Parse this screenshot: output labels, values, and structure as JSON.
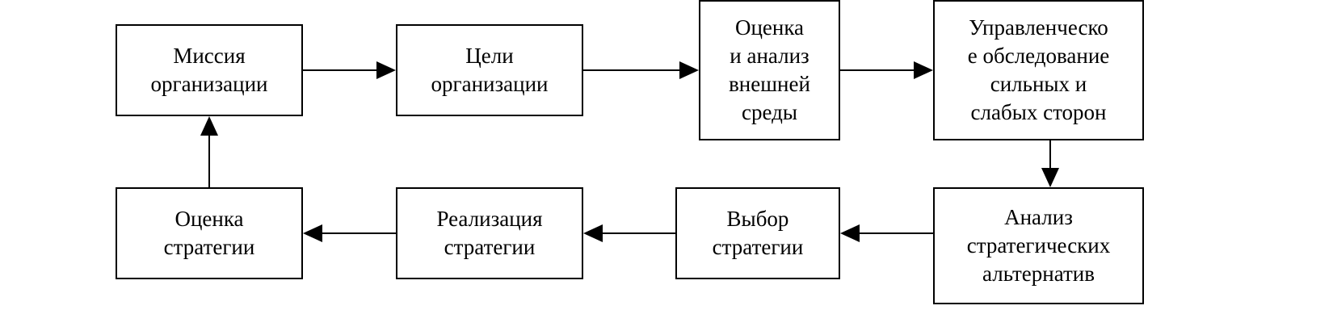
{
  "diagram": {
    "nodes": {
      "mission": "Миссия\nорганизации",
      "goals": "Цели\nорганизации",
      "external": "Оценка\nи анализ\nвнешней\nсреды",
      "internal": "Управленческо\nе обследование\nсильных и\nслабых сторон",
      "alternatives": "Анализ\nстратегических\nальтернатив",
      "choice": "Выбор\nстратегии",
      "implementation": "Реализация\nстратегии",
      "evaluation": "Оценка\nстратегии"
    },
    "flow": [
      [
        "mission",
        "goals"
      ],
      [
        "goals",
        "external"
      ],
      [
        "external",
        "internal"
      ],
      [
        "internal",
        "alternatives"
      ],
      [
        "alternatives",
        "choice"
      ],
      [
        "choice",
        "implementation"
      ],
      [
        "implementation",
        "evaluation"
      ],
      [
        "evaluation",
        "mission"
      ]
    ],
    "colors": {
      "line": "#000000",
      "box_fill": "#ffffff"
    }
  }
}
